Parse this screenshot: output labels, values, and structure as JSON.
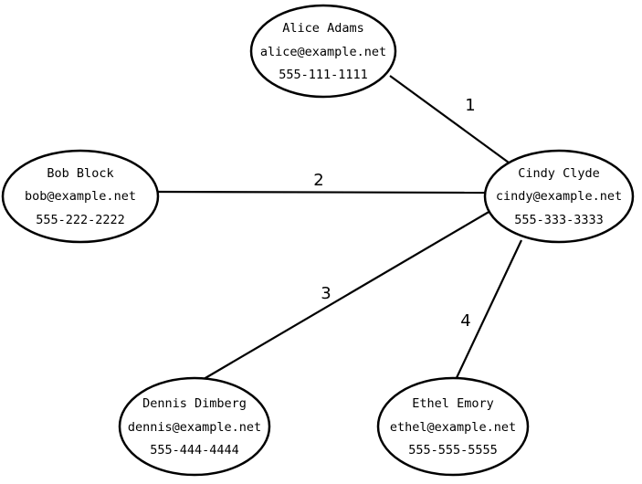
{
  "nodes": [
    {
      "id": "alice",
      "name": "Alice Adams",
      "email": "alice@example.net",
      "phone": "555-111-1111"
    },
    {
      "id": "bob",
      "name": "Bob Block",
      "email": "bob@example.net",
      "phone": "555-222-2222"
    },
    {
      "id": "cindy",
      "name": "Cindy Clyde",
      "email": "cindy@example.net",
      "phone": "555-333-3333"
    },
    {
      "id": "dennis",
      "name": "Dennis Dimberg",
      "email": "dennis@example.net",
      "phone": "555-444-4444"
    },
    {
      "id": "ethel",
      "name": "Ethel Emory",
      "email": "ethel@example.net",
      "phone": "555-555-5555"
    }
  ],
  "edges": [
    {
      "id": "edge-1",
      "from": "alice",
      "to": "cindy",
      "label": "1"
    },
    {
      "id": "edge-2",
      "from": "bob",
      "to": "cindy",
      "label": "2"
    },
    {
      "id": "edge-3",
      "from": "dennis",
      "to": "cindy",
      "label": "3"
    },
    {
      "id": "edge-4",
      "from": "ethel",
      "to": "cindy",
      "label": "4"
    }
  ]
}
